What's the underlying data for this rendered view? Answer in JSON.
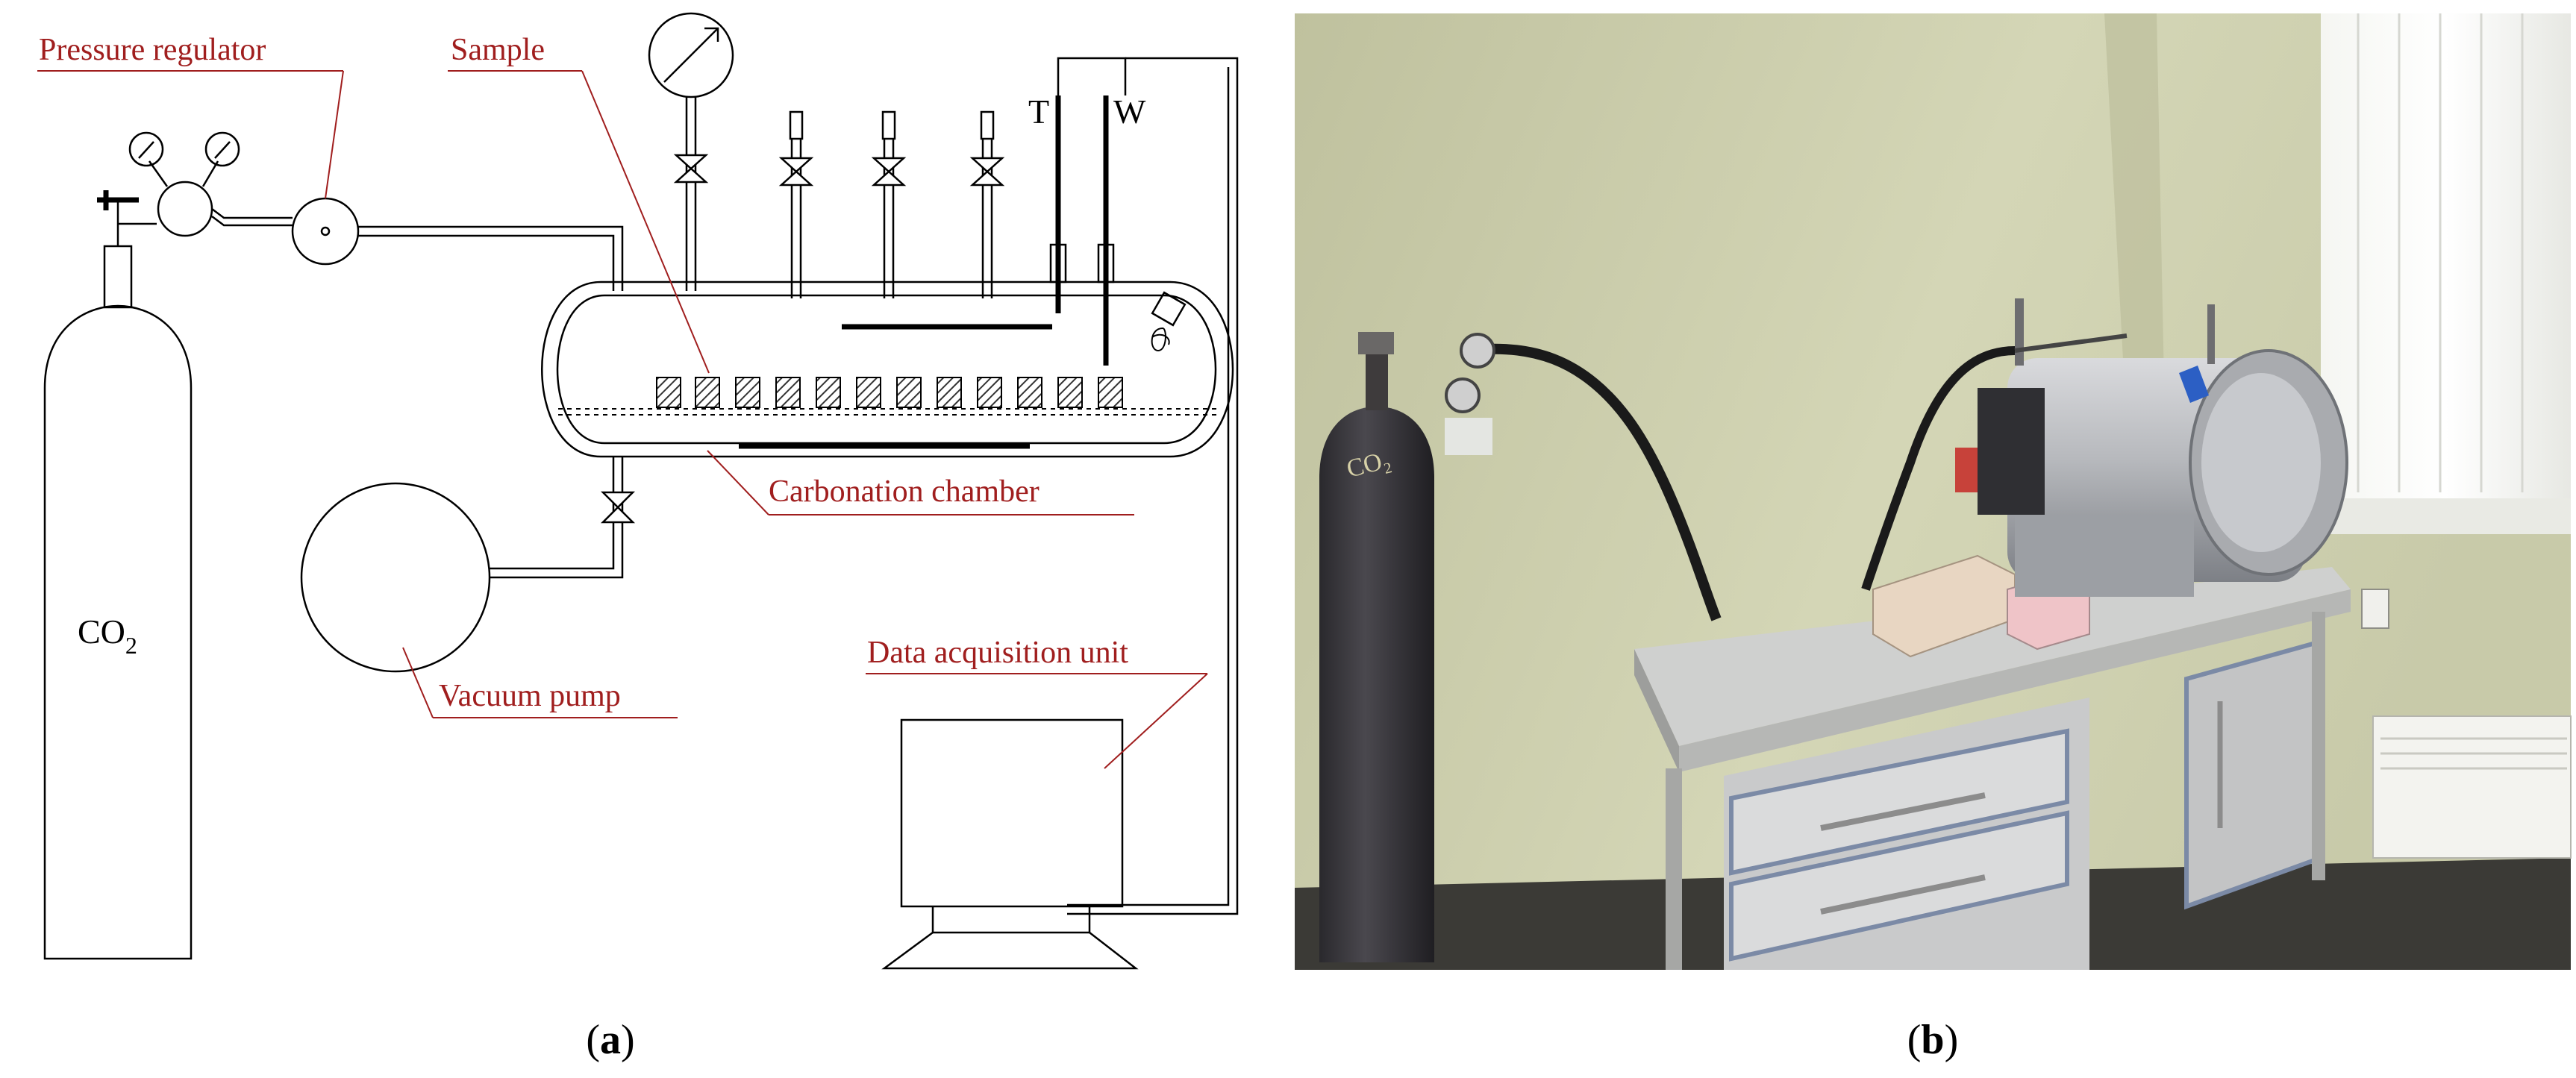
{
  "panel_a": {
    "caption_open": "(",
    "caption_letter": "a",
    "caption_close": ")",
    "labels": {
      "pressure_regulator": "Pressure regulator",
      "sample": "Sample",
      "carbonation_chamber": "Carbonation chamber",
      "vacuum_pump": "Vacuum pump",
      "data_acquisition_unit": "Data acquisition unit",
      "co2_main": "CO",
      "co2_sub": "2",
      "thermocouple": "T",
      "humidity_sensor": "W"
    },
    "colors": {
      "annotation": "#a01e1e",
      "line": "#000000",
      "hatch": "#555555"
    }
  },
  "panel_b": {
    "caption_open": "(",
    "caption_letter": "b",
    "caption_close": ")",
    "cylinder_marking": "CO₂"
  }
}
